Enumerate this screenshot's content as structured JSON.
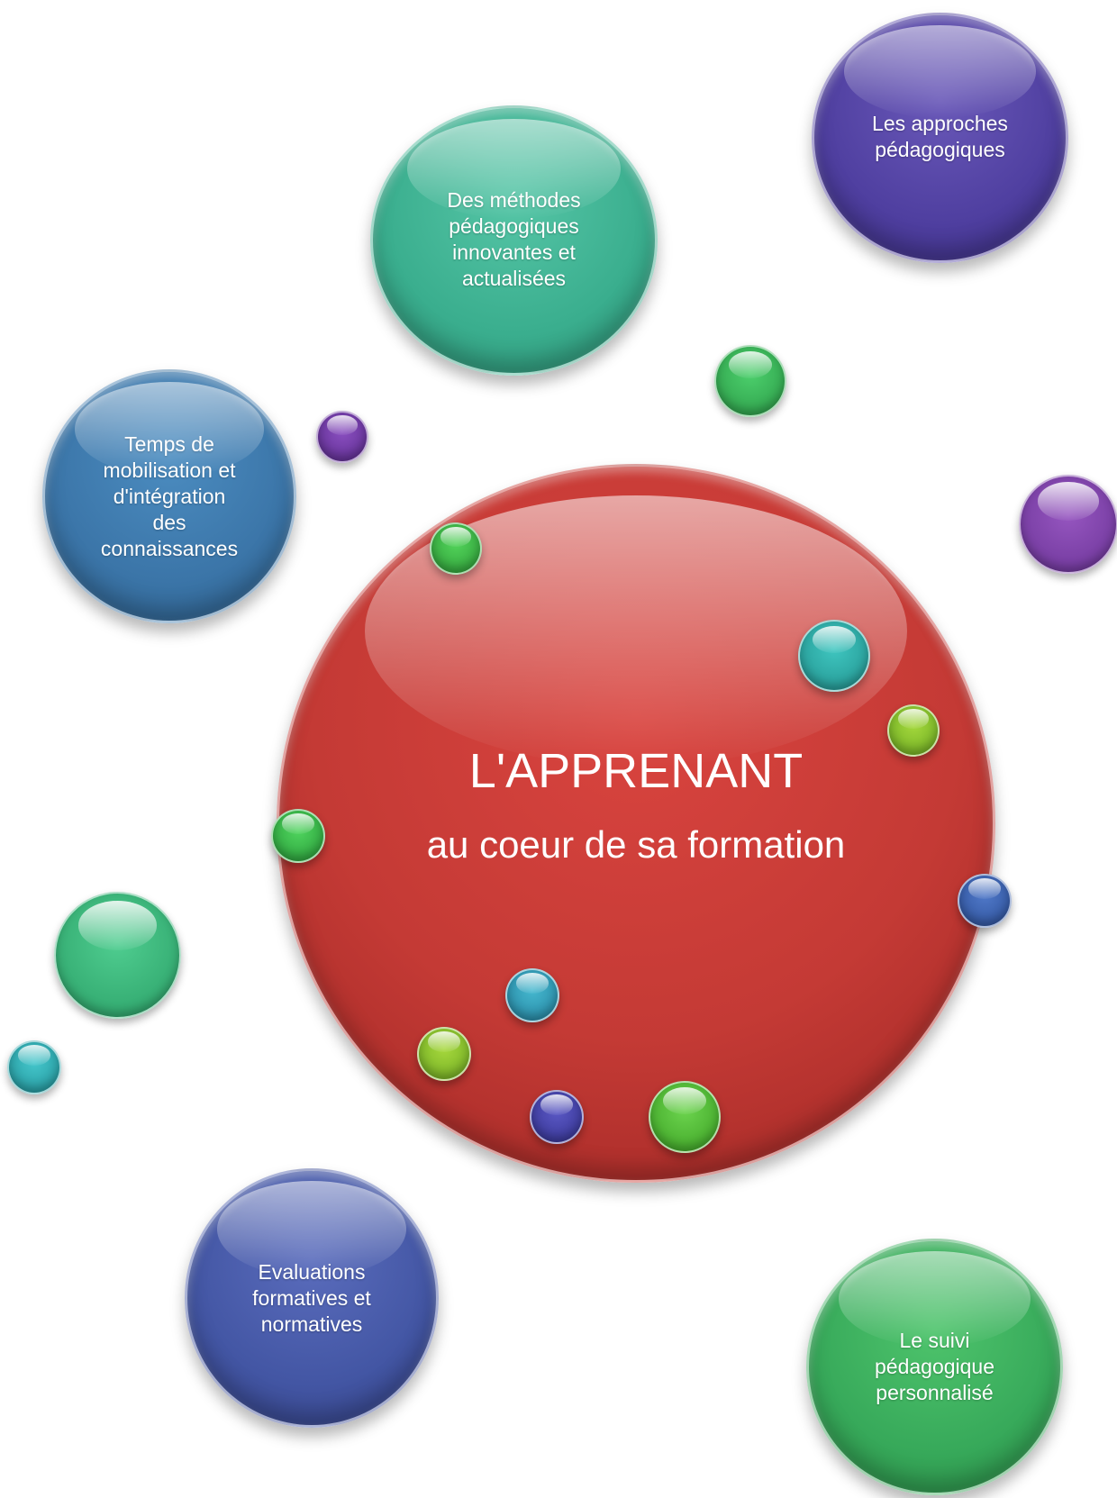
{
  "center": {
    "title": "L'APPRENANT",
    "subtitle": "au  coeur de sa formation",
    "color": "#c43a35"
  },
  "topics": {
    "methodes": {
      "text": "Des méthodes\npédagogiques\ninnovantes et\nactualisées",
      "color": "#3aae8e"
    },
    "approches": {
      "text": "Les approches\npédagogiques",
      "color": "#4f3fa0"
    },
    "temps": {
      "text": "Temps de\nmobilisation  et\nd'intégration\ndes\nconnaissances",
      "color": "#3b75a8"
    },
    "evaluations": {
      "text": "Evaluations\nformatives et\nnormatives",
      "color": "#4356a4"
    },
    "suivi": {
      "text": "Le suivi\npédagogique\npersonnalisé",
      "color": "#37a95a"
    }
  }
}
